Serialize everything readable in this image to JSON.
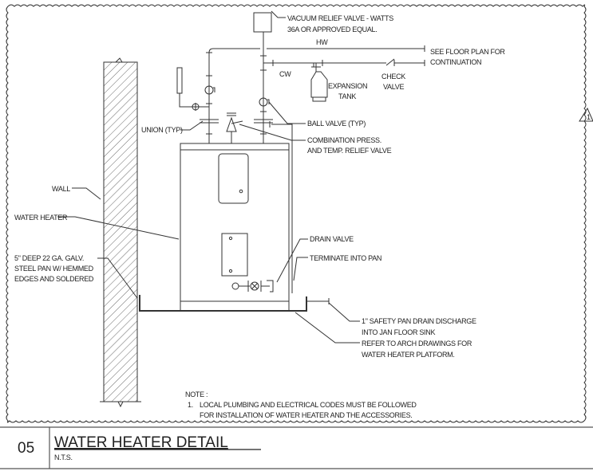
{
  "drawing": {
    "labels": {
      "vacuum_relief_1": "VACUUM RELIEF VALVE - WATTS",
      "vacuum_relief_2": "36A OR APPROVED EQUAL.",
      "hw": "HW",
      "cw": "CW",
      "see_floor_plan_1": "SEE FLOOR PLAN FOR",
      "see_floor_plan_2": "CONTINUATION",
      "expansion_1": "EXPANSION",
      "expansion_2": "TANK",
      "check_1": "CHECK",
      "check_2": "VALVE",
      "union": "UNION (TYP)",
      "ball_valve": "BALL VALVE (TYP)",
      "combo_1": "COMBINATION PRESS.",
      "combo_2": "AND TEMP. RELIEF VALVE",
      "wall": "WALL",
      "water_heater": "WATER HEATER",
      "pan_1": "5\" DEEP 22 GA. GALV.",
      "pan_2": "STEEL PAN W/ HEMMED",
      "pan_3": "EDGES AND SOLDERED",
      "drain_valve": "DRAIN VALVE",
      "terminate": "TERMINATE INTO PAN",
      "safety_1": "1\" SAFETY PAN DRAIN DISCHARGE",
      "safety_2": "INTO JAN FLOOR SINK",
      "refer_1": "REFER TO ARCH DRAWINGS FOR",
      "refer_2": "WATER HEATER PLATFORM."
    },
    "note": {
      "heading": "NOTE :",
      "number": "1.",
      "line_1": "LOCAL PLUMBING AND ELECTRICAL CODES MUST BE FOLLOWED",
      "line_2": "FOR INSTALLATION OF WATER HEATER AND THE ACCESSORIES."
    },
    "revision_tag": "1"
  },
  "title_block": {
    "number": "05",
    "title": "WATER HEATER DETAIL",
    "scale": "N.T.S."
  }
}
